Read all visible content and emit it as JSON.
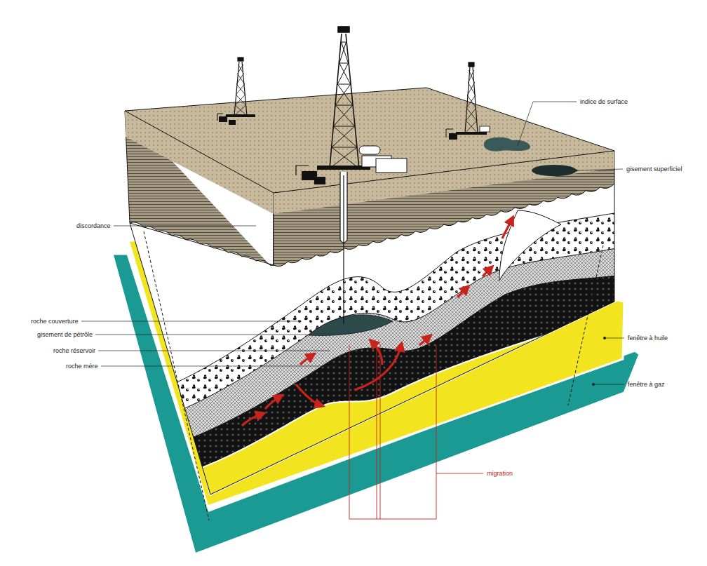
{
  "diagram": {
    "labels": [
      "indice de surface",
      "gisement superficiel",
      "discordance",
      "roche couverture",
      "gisement de pétrôle",
      "roche réservoir",
      "roche mère",
      "fenêtre à huile",
      "fenêtre à gaz",
      "migration"
    ]
  }
}
